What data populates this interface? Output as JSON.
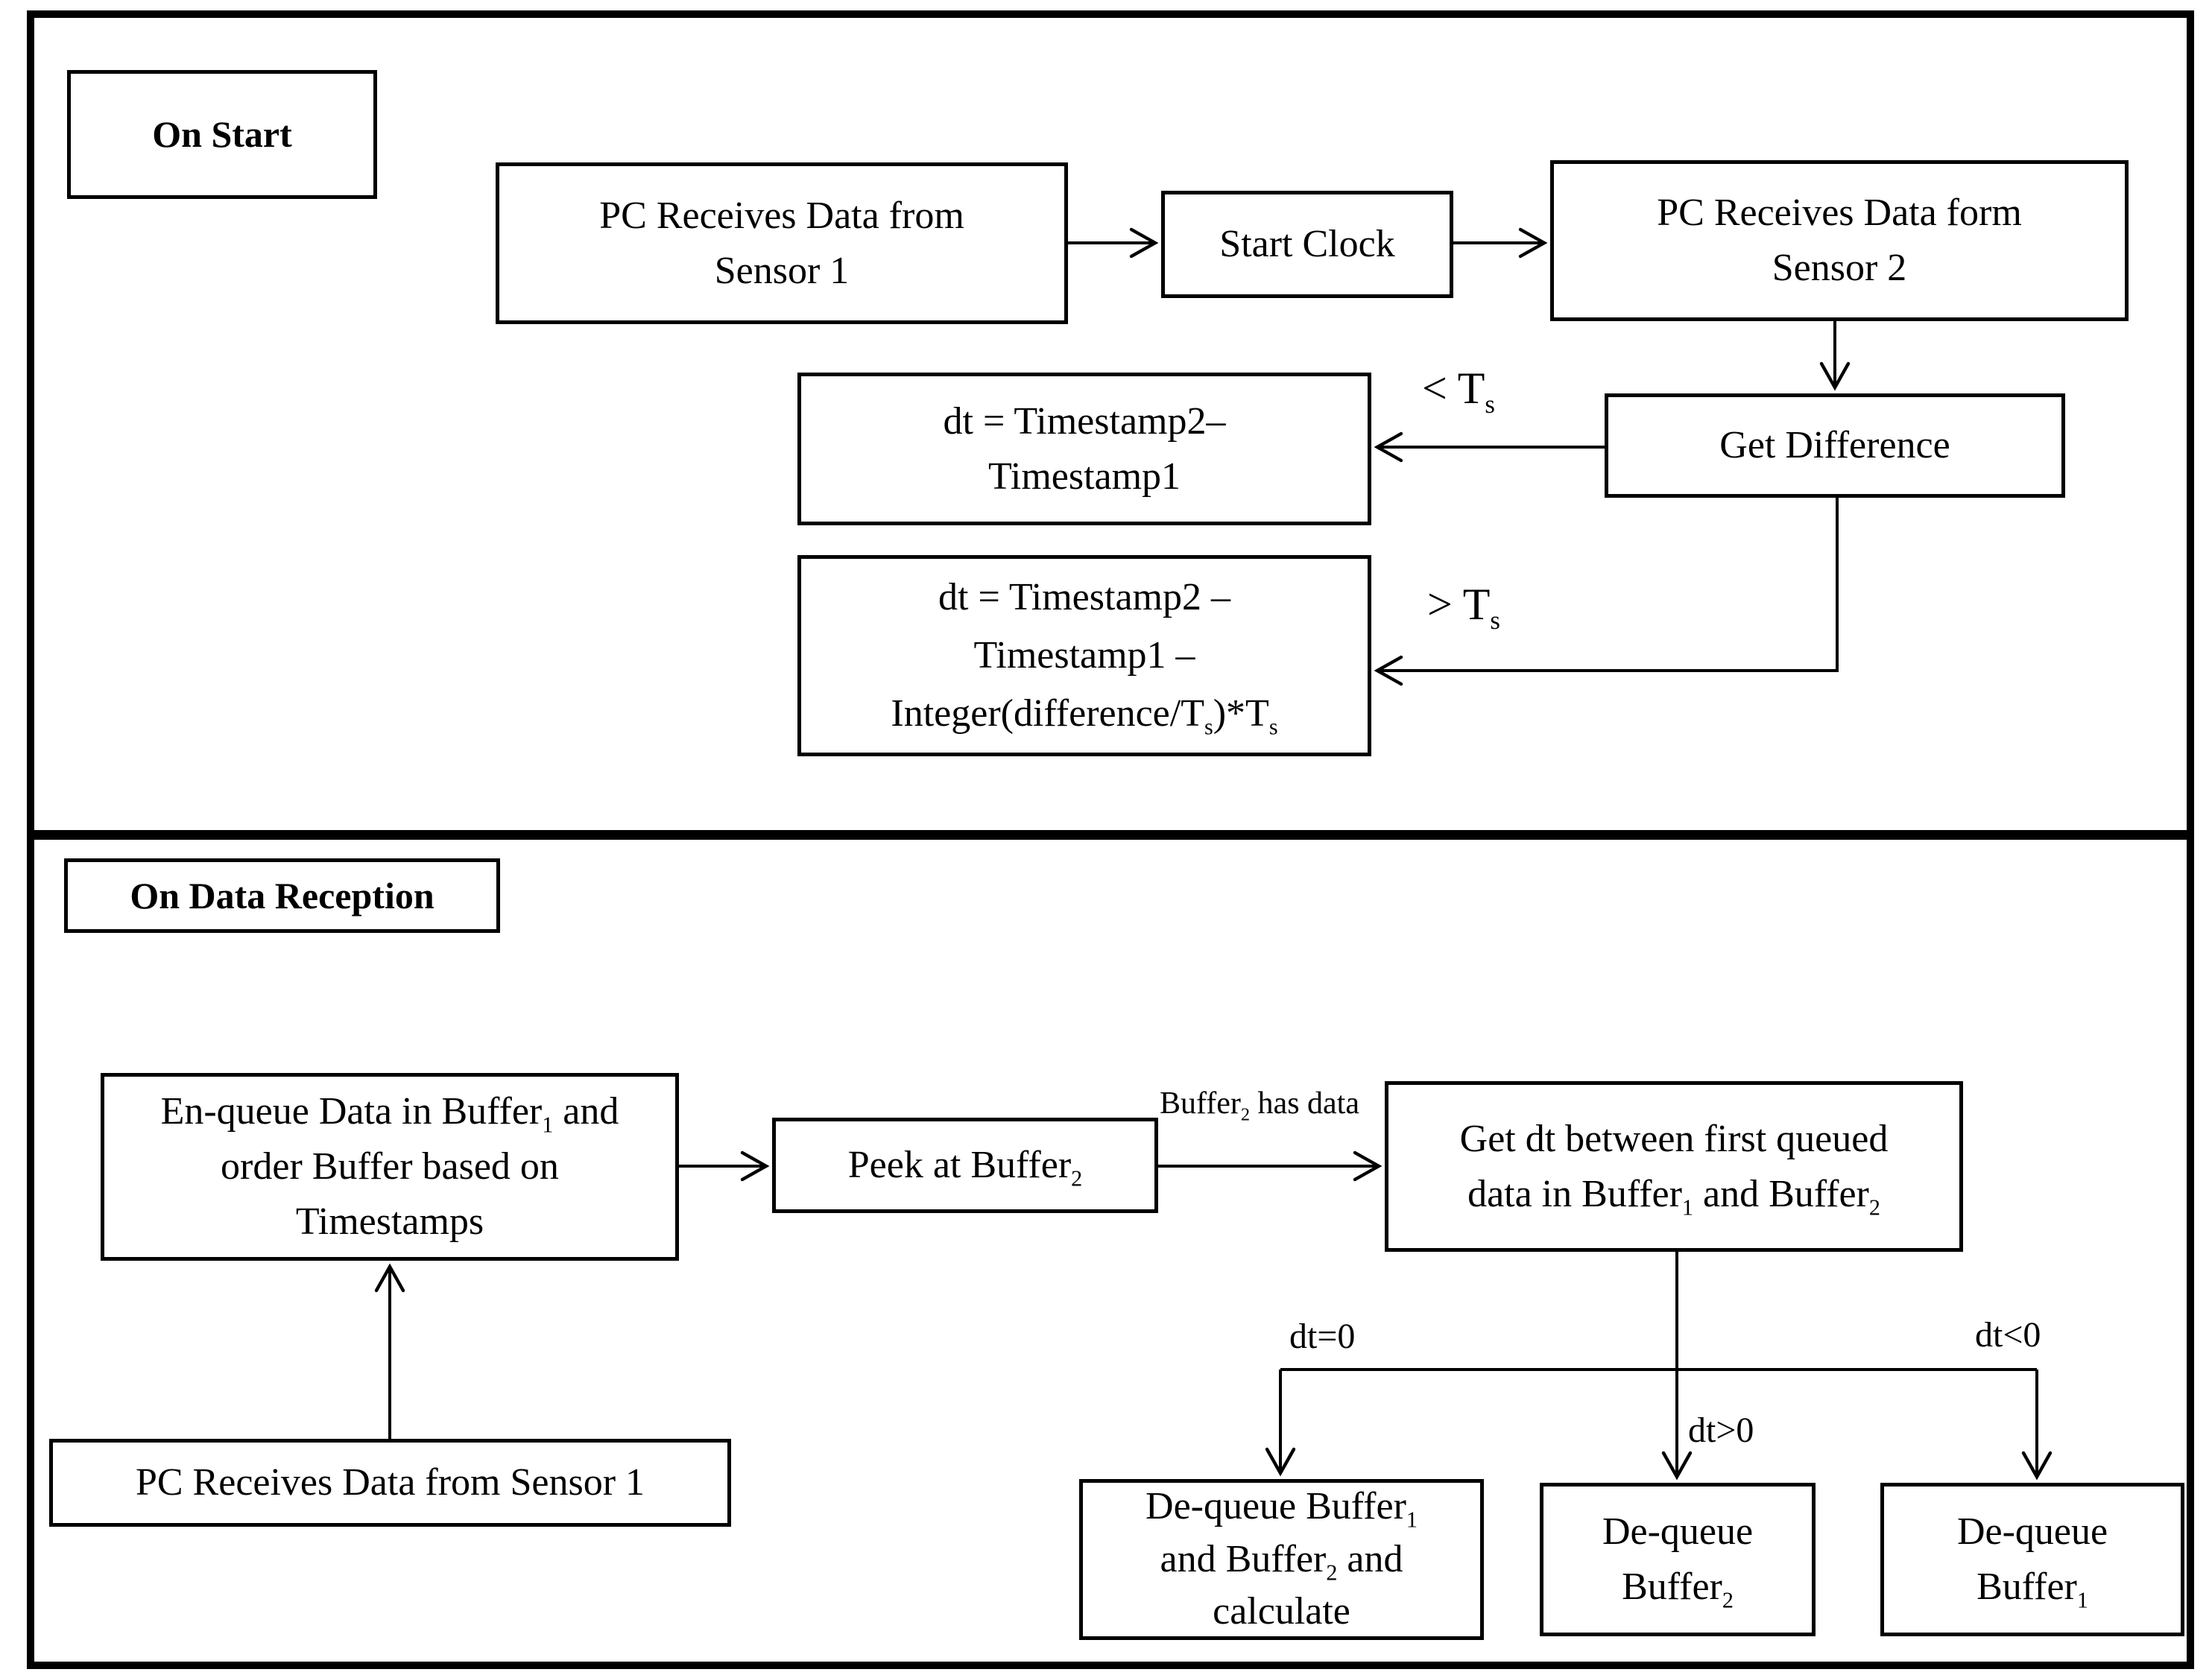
{
  "page": {
    "background_color": "#ffffff",
    "ink_color": "#000000"
  },
  "sections": {
    "top": {
      "header": "On Start"
    },
    "bottom": {
      "header": "On Data Reception"
    }
  },
  "boxes": {
    "sensor1_top": {
      "lines": [
        [
          {
            "t": "PC Receives Data from"
          }
        ],
        [
          {
            "t": "Sensor 1"
          }
        ]
      ]
    },
    "start_clock": {
      "label": "Start Clock"
    },
    "sensor2_top": {
      "lines": [
        [
          {
            "t": "PC Receives Data form"
          }
        ],
        [
          {
            "t": "Sensor 2"
          }
        ]
      ]
    },
    "get_difference": {
      "label": "Get Difference"
    },
    "dt_simple": {
      "lines": [
        [
          {
            "t": "dt = Timestamp2–"
          }
        ],
        [
          {
            "t": "Timestamp1"
          }
        ]
      ]
    },
    "dt_wrapped": {
      "lines": [
        [
          {
            "t": "dt = Timestamp2 –"
          }
        ],
        [
          {
            "t": "Timestamp1 –"
          }
        ],
        [
          {
            "t": "Integer(difference/T"
          },
          {
            "t": "s",
            "sub": true
          },
          {
            "t": ")*T"
          },
          {
            "t": "s",
            "sub": true
          }
        ]
      ]
    },
    "enqueue": {
      "lines": [
        [
          {
            "t": "En-queue Data in Buffer"
          },
          {
            "t": "1",
            "sub": true
          },
          {
            "t": " and"
          }
        ],
        [
          {
            "t": "order Buffer based on"
          }
        ],
        [
          {
            "t": "Timestamps"
          }
        ]
      ]
    },
    "peek": {
      "lines": [
        [
          {
            "t": "Peek at Buffer"
          },
          {
            "t": "2",
            "sub": true
          }
        ]
      ]
    },
    "get_dt": {
      "lines": [
        [
          {
            "t": "Get dt between first queued"
          }
        ],
        [
          {
            "t": "data in Buffer"
          },
          {
            "t": "1",
            "sub": true
          },
          {
            "t": " and Buffer"
          },
          {
            "t": "2",
            "sub": true
          }
        ]
      ]
    },
    "pc_bottom": {
      "lines": [
        [
          {
            "t": "PC Receives Data from Sensor 1"
          }
        ]
      ]
    },
    "dequeue_both": {
      "lines": [
        [
          {
            "t": "De-queue Buffer"
          },
          {
            "t": "1",
            "sub": true
          }
        ],
        [
          {
            "t": "and Buffer"
          },
          {
            "t": "2",
            "sub": true
          },
          {
            "t": " and"
          }
        ],
        [
          {
            "t": "calculate"
          }
        ]
      ]
    },
    "dequeue_b2": {
      "lines": [
        [
          {
            "t": "De-queue"
          }
        ],
        [
          {
            "t": "Buffer"
          },
          {
            "t": "2",
            "sub": true
          }
        ]
      ]
    },
    "dequeue_b1": {
      "lines": [
        [
          {
            "t": "De-queue"
          }
        ],
        [
          {
            "t": "Buffer"
          },
          {
            "t": "1",
            "sub": true
          }
        ]
      ]
    }
  },
  "edge_labels": {
    "lt_ts": [
      {
        "t": "< T"
      },
      {
        "t": "s",
        "sub": true
      }
    ],
    "gt_ts": [
      {
        "t": "> T"
      },
      {
        "t": "s",
        "sub": true
      }
    ],
    "buffer2_has_data": [
      {
        "t": "Buffer"
      },
      {
        "t": "2",
        "sub": true
      },
      {
        "t": " has data"
      }
    ],
    "dt_eq_0": [
      {
        "t": "dt=0"
      }
    ],
    "dt_gt_0": [
      {
        "t": "dt>0"
      }
    ],
    "dt_lt_0": [
      {
        "t": "dt<0"
      }
    ]
  }
}
